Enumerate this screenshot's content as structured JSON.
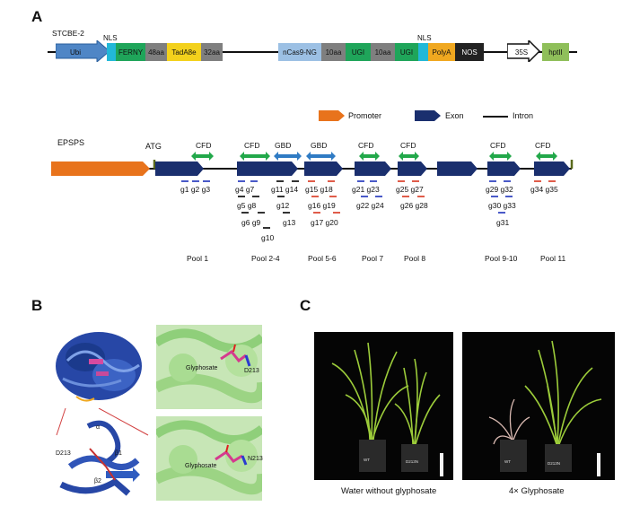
{
  "panelA": {
    "letter": "A",
    "construct_name": "STCBE-2",
    "nls_left": "NLS",
    "nls_right": "NLS",
    "segments": [
      {
        "label": "Ubi",
        "color": "#4f86c6"
      },
      {
        "label": "FERNY",
        "color": "#1fa55a"
      },
      {
        "label": "48aa",
        "color": "#7f7f7f"
      },
      {
        "label": "TadA8e",
        "color": "#f3d11c"
      },
      {
        "label": "32aa",
        "color": "#7f7f7f"
      },
      {
        "label": "nCas9-NG",
        "color": "#9cc0e4"
      },
      {
        "label": "10aa",
        "color": "#7f7f7f"
      },
      {
        "label": "UGI",
        "color": "#1fa55a"
      },
      {
        "label": "10aa",
        "color": "#7f7f7f"
      },
      {
        "label": "UGI",
        "color": "#1fa55a"
      },
      {
        "label": "PolyA",
        "color": "#f0a820"
      },
      {
        "label": "NOS",
        "color": "#222222"
      },
      {
        "label": "35S",
        "color": "#ffffff"
      },
      {
        "label": "hptII",
        "color": "#8fbf5a"
      }
    ],
    "legend": {
      "promoter": "Promoter",
      "exon": "Exon",
      "intron": "Intron"
    },
    "gene_name": "EPSPS",
    "atg": "ATG",
    "domains": [
      "CFD",
      "CFD",
      "GBD",
      "GBD",
      "CFD",
      "CFD",
      "CFD",
      "CFD"
    ],
    "grna_rows": [
      "g1 g2 g3",
      "g4 g7",
      "g11 g14",
      "g15 g18",
      "g21 g23",
      "g25 g27",
      "g29 g32",
      "g34 g35",
      "g5 g8",
      "g12",
      "g16 g19",
      "g22 g24",
      "g26 g28",
      "g30 g33",
      "g6 g9",
      "g13",
      "g17 g20",
      "g31",
      "g10"
    ],
    "pools": [
      "Pool 1",
      "Pool 2-4",
      "Pool 5-6",
      "Pool 7",
      "Pool 8",
      "Pool 9-10",
      "Pool 11"
    ]
  },
  "panelB": {
    "letter": "B",
    "labels": [
      "Glyphosate",
      "D213",
      "Glyphosate",
      "N213",
      "α",
      "D213",
      "β1",
      "β2"
    ]
  },
  "panelC": {
    "letter": "C",
    "pot_labels": [
      "WT",
      "D213N",
      "WT",
      "D213N"
    ],
    "captions": [
      "Water without glyphosate",
      "4× Glyphosate"
    ]
  }
}
